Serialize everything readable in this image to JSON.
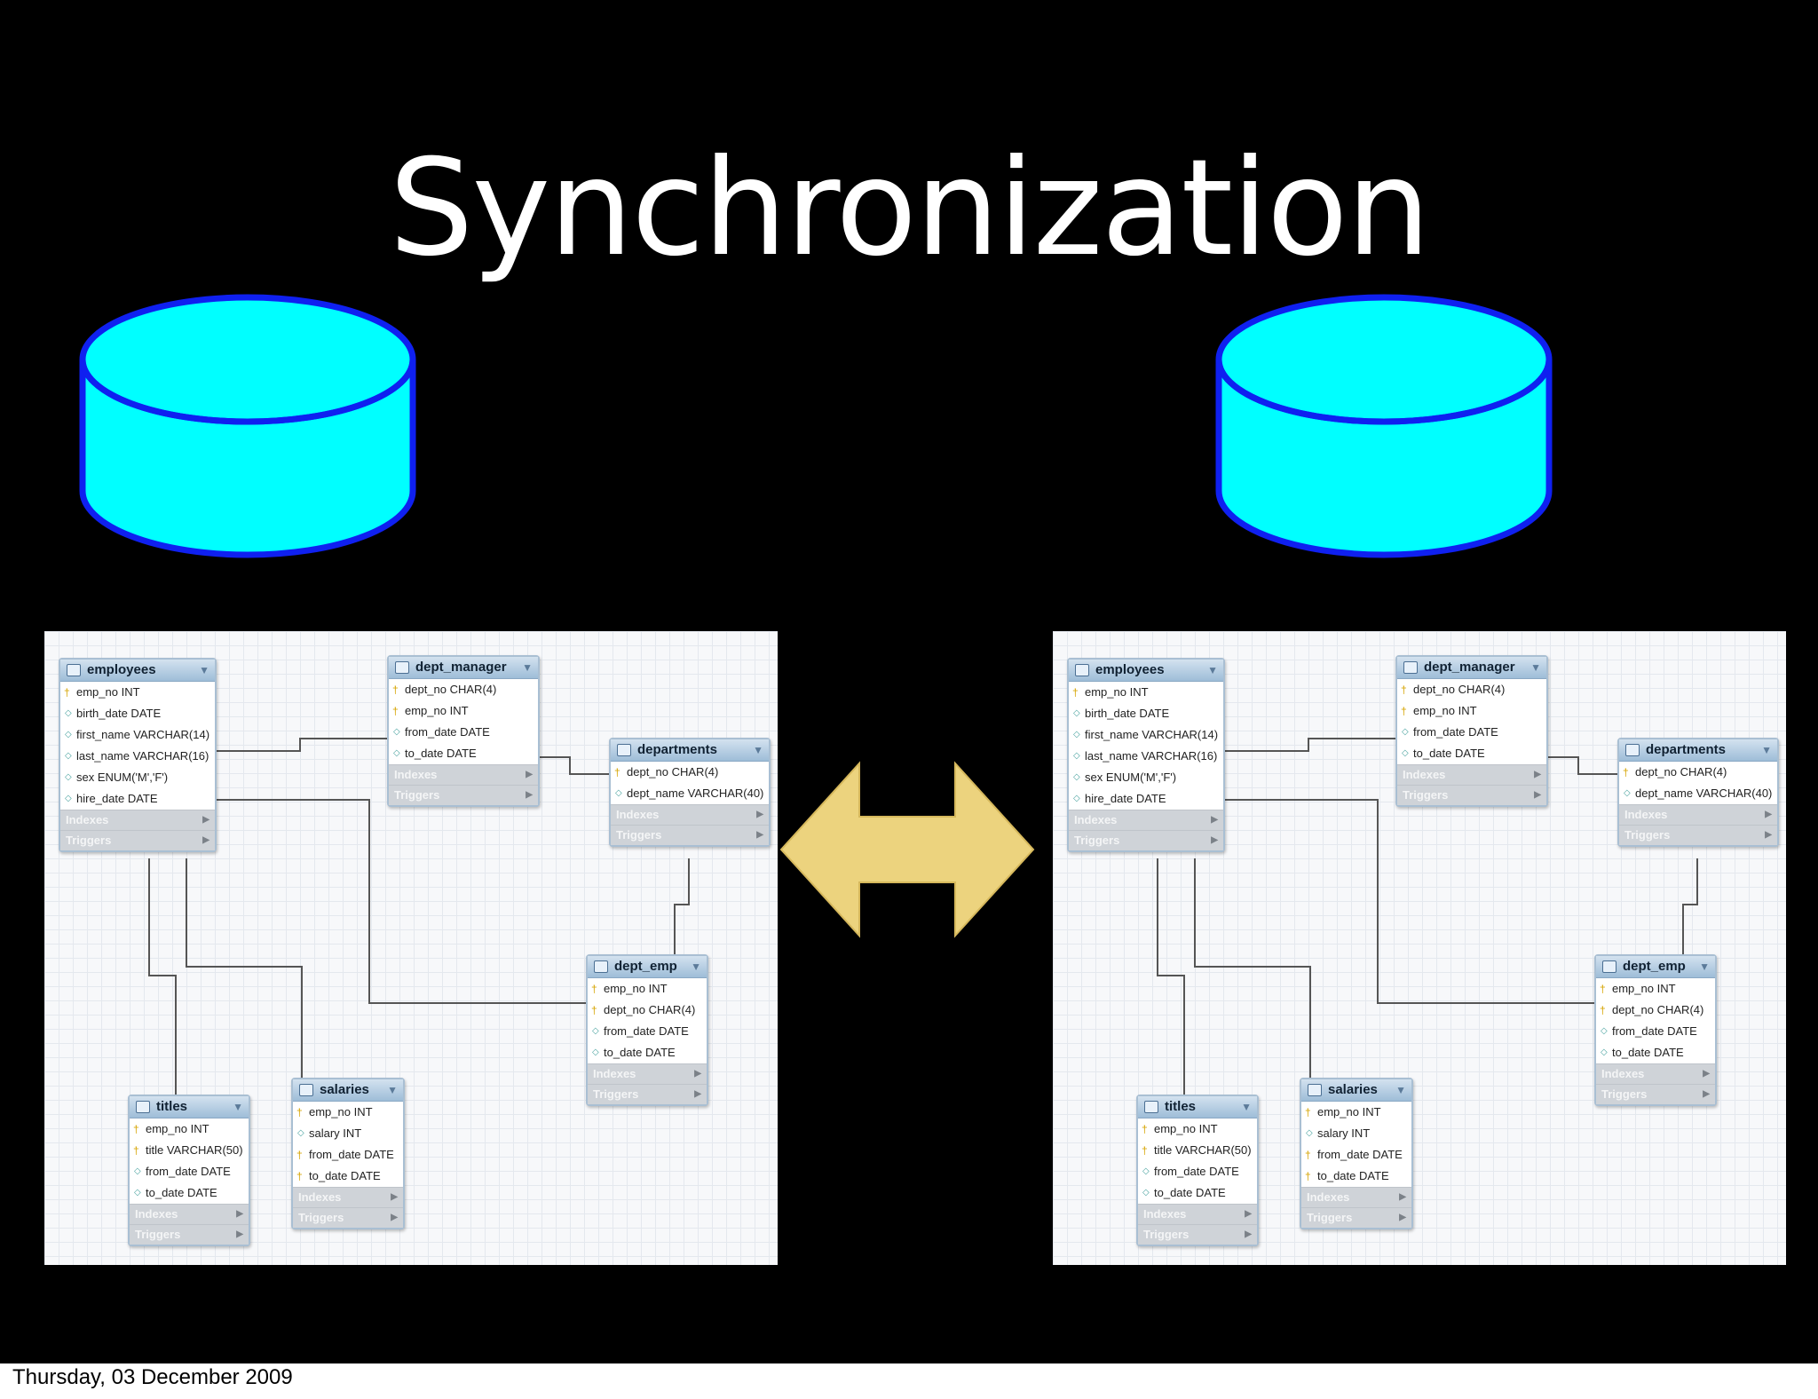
{
  "title": "Synchronization",
  "footer": "Thursday, 03 December 2009",
  "colors": {
    "background": "#000000",
    "db_fill": "#00ffff",
    "db_stroke": "#0f20f0",
    "arrow_fill": "#ecd37e"
  },
  "icons": {
    "database": "database-cylinder-icon",
    "arrow": "double-headed-arrow-icon"
  },
  "er_diagram": {
    "tables": [
      {
        "id": "employees",
        "name": "employees",
        "columns": [
          {
            "name": "emp_no INT",
            "key": true
          },
          {
            "name": "birth_date DATE",
            "key": false
          },
          {
            "name": "first_name VARCHAR(14)",
            "key": false
          },
          {
            "name": "last_name VARCHAR(16)",
            "key": false
          },
          {
            "name": "sex ENUM('M','F')",
            "key": false
          },
          {
            "name": "hire_date DATE",
            "key": false
          }
        ],
        "sections": [
          "Indexes",
          "Triggers"
        ]
      },
      {
        "id": "dept_manager",
        "name": "dept_manager",
        "columns": [
          {
            "name": "dept_no CHAR(4)",
            "key": true
          },
          {
            "name": "emp_no INT",
            "key": true
          },
          {
            "name": "from_date DATE",
            "key": false
          },
          {
            "name": "to_date DATE",
            "key": false
          }
        ],
        "sections": [
          "Indexes",
          "Triggers"
        ]
      },
      {
        "id": "departments",
        "name": "departments",
        "columns": [
          {
            "name": "dept_no CHAR(4)",
            "key": true
          },
          {
            "name": "dept_name VARCHAR(40)",
            "key": false
          }
        ],
        "sections": [
          "Indexes",
          "Triggers"
        ]
      },
      {
        "id": "dept_emp",
        "name": "dept_emp",
        "columns": [
          {
            "name": "emp_no INT",
            "key": true
          },
          {
            "name": "dept_no CHAR(4)",
            "key": true
          },
          {
            "name": "from_date DATE",
            "key": false
          },
          {
            "name": "to_date DATE",
            "key": false
          }
        ],
        "sections": [
          "Indexes",
          "Triggers"
        ]
      },
      {
        "id": "titles",
        "name": "titles",
        "columns": [
          {
            "name": "emp_no INT",
            "key": true
          },
          {
            "name": "title VARCHAR(50)",
            "key": true
          },
          {
            "name": "from_date DATE",
            "key": false
          },
          {
            "name": "to_date DATE",
            "key": false
          }
        ],
        "sections": [
          "Indexes",
          "Triggers"
        ]
      },
      {
        "id": "salaries",
        "name": "salaries",
        "columns": [
          {
            "name": "emp_no INT",
            "key": true
          },
          {
            "name": "salary INT",
            "key": false
          },
          {
            "name": "from_date DATE",
            "key": true
          },
          {
            "name": "to_date DATE",
            "key": true
          }
        ],
        "sections": [
          "Indexes",
          "Triggers"
        ]
      }
    ]
  }
}
